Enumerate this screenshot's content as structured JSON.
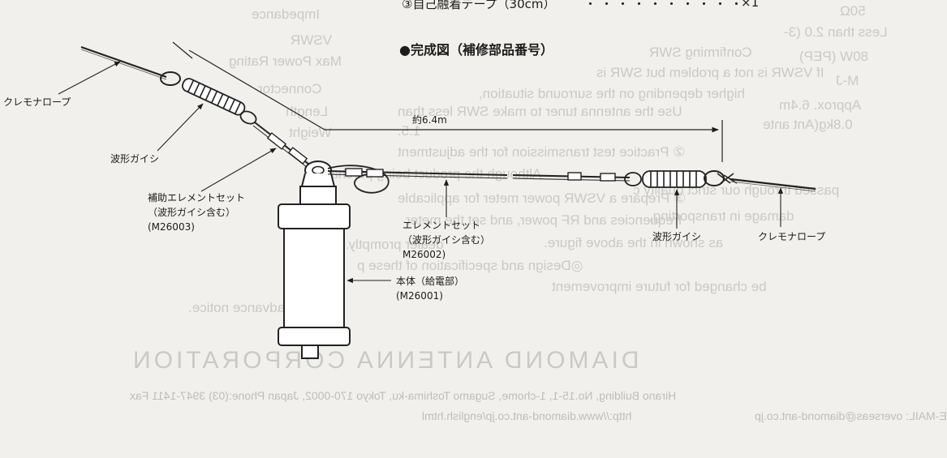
{
  "header": {
    "item_line": "③自己融着テープ（30cm）",
    "item_qty": "×1",
    "section_title": "●完成図（補修部品番号）"
  },
  "dimension": {
    "length": "約6.4m"
  },
  "labels": {
    "rope_left": "クレモナロープ",
    "insulator_left": "波形ガイシ",
    "aux_element": [
      "補助エレメントセット",
      "（波形ガイシ含む）",
      "(M26003)"
    ],
    "element": [
      "エレメントセット",
      "（波形ガイシ含む）",
      "M26002)"
    ],
    "main_body": [
      "本体（給電部）",
      "(M26001)"
    ],
    "insulator_right": "波形ガイシ",
    "rope_right": "クレモナロープ"
  },
  "bleed_through": {
    "spec_labels": [
      "Impedance",
      "VSWR",
      "Max Power Rating",
      "Connector",
      "Length",
      "Weight"
    ],
    "spec_values": [
      "50Ω",
      "Less than 2.0 (3-",
      "80W (PEP)",
      "M-J",
      "Approx. 6.4m",
      "0.8kg(Ant ante"
    ],
    "heading": "Confirming SWR",
    "lines": [
      "If VSWR is not a problem but SWR is",
      "higher depending on the surround situation,",
      "Use the antenna tuner to make SWR less than",
      "1.5.",
      "② Practice test transmission for the adjustment",
      "③ Prepare a VSWR power meter for applicable",
      "frequencies and RF power, and set the meter",
      "as shown in the above figure.",
      "Although the product being purchased",
      "passed through our strict quality c",
      "damage in transporting,",
      "dealer promptly.",
      "◎Design and specification of these p",
      "be changed for future improvement",
      "advance notice."
    ],
    "company": "DIAMOND ANTENNA CORPORATION",
    "address": "Hirano Building, No.15-1, 1-chome, Sugamo Toshima-ku, Tokyo 170-0002, Japan  Phone:(03) 3947-1411 Fax",
    "url": "http://www.diamond-ant.co.jp/english.html",
    "email": "E-MAIL: overseas@diamond-ant.co.jp"
  }
}
